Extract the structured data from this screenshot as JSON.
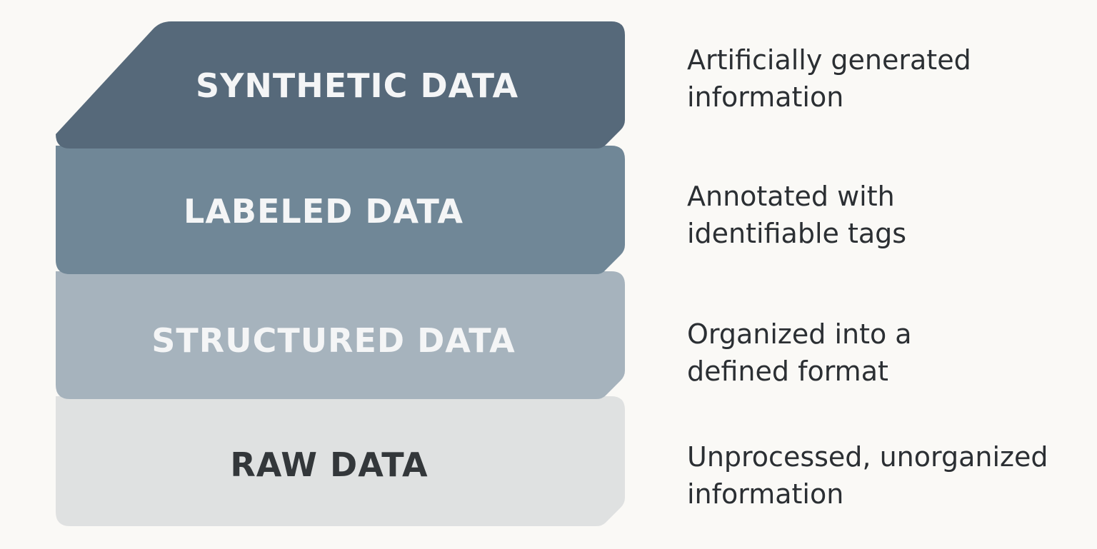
{
  "layers": [
    {
      "label": "SYNTHETIC DATA",
      "fill": "#56697a",
      "text_color": "#f4f5f6",
      "description": [
        "Artificially generated",
        "information"
      ]
    },
    {
      "label": "LABELED DATA",
      "fill": "#708797",
      "text_color": "#f4f5f6",
      "description": [
        "Annotated with",
        "identifiable tags"
      ]
    },
    {
      "label": "STRUCTURED DATA",
      "fill": "#a6b3bd",
      "text_color": "#f4f5f6",
      "description": [
        "Organized into a",
        "defined format"
      ]
    },
    {
      "label": "RAW DATA",
      "fill": "#dfe1e1",
      "text_color": "#33373a",
      "description": [
        "Unprocessed, unorganized",
        "information"
      ]
    }
  ]
}
